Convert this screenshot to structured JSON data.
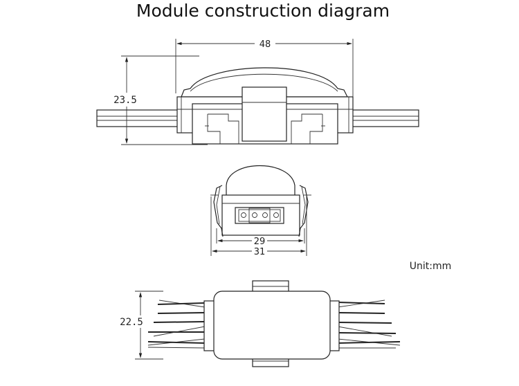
{
  "title": "Module construction diagram",
  "unit_label": "Unit:mm",
  "dimensions": {
    "top_width": "48",
    "top_height": "23.5",
    "end_inner_width": "29",
    "end_outer_width": "31",
    "bottom_height": "22.5"
  }
}
